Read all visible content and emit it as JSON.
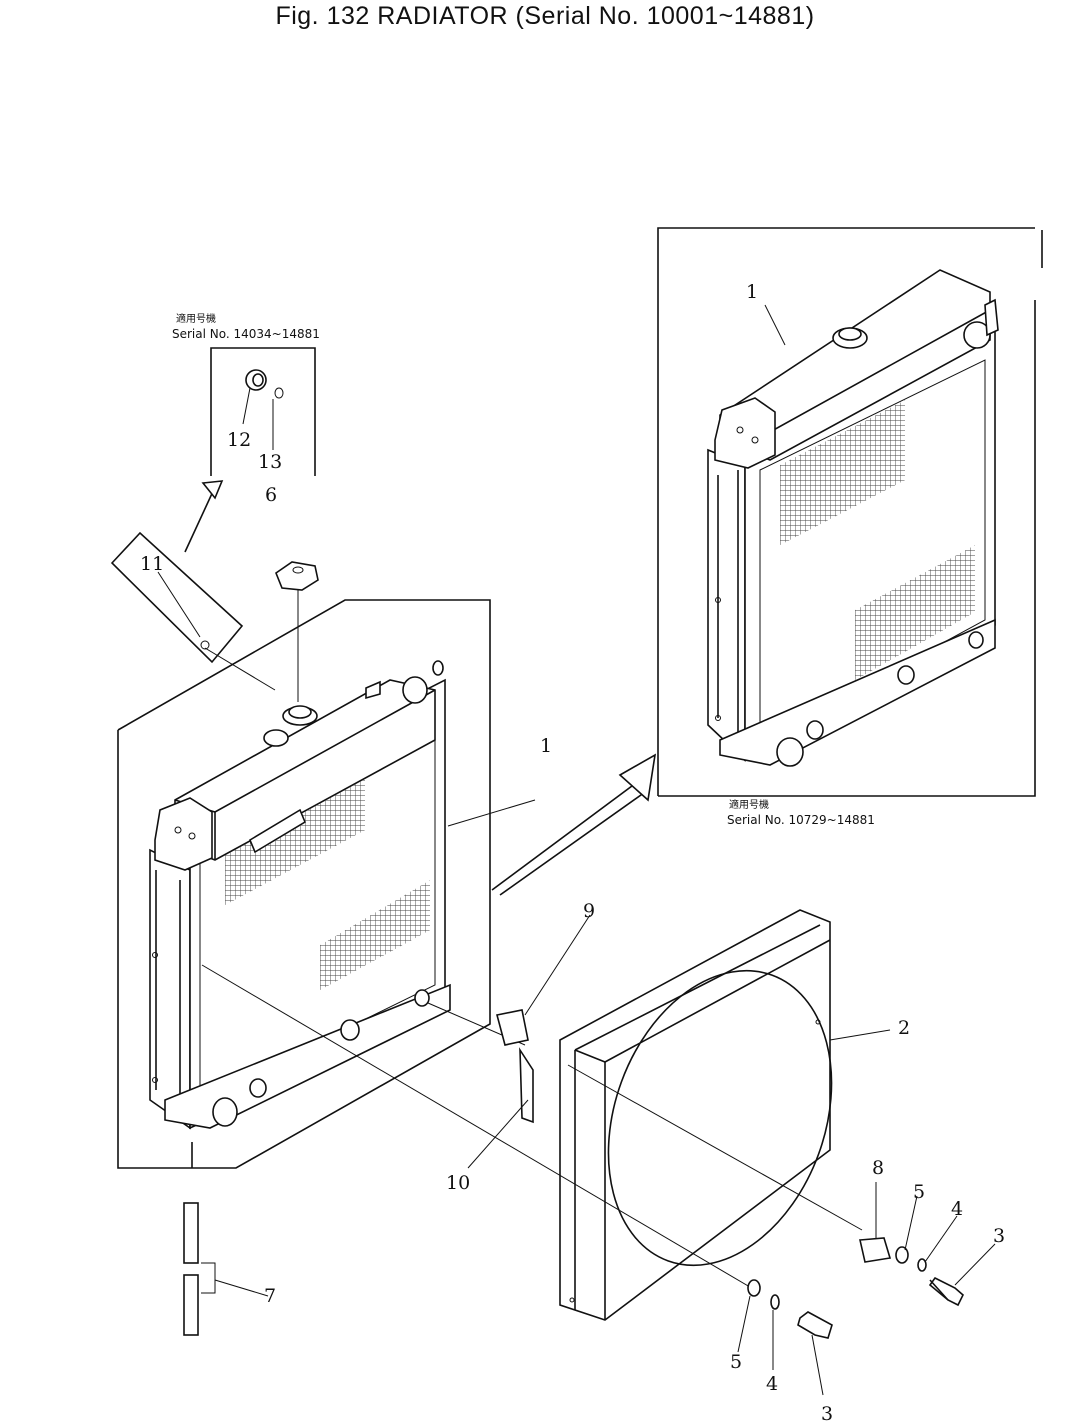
{
  "title": "Fig. 132 RADIATOR (Serial No. 10001~14881)",
  "serial_notes": {
    "top_left": {
      "jp": "適用号機",
      "text": "Serial No. 14034~14881"
    },
    "right": {
      "jp": "適用号機",
      "text": "Serial No. 10729~14881"
    }
  },
  "callouts": [
    {
      "id": "c1a",
      "label": "1"
    },
    {
      "id": "c1b",
      "label": "1"
    },
    {
      "id": "c2",
      "label": "2"
    },
    {
      "id": "c3a",
      "label": "3"
    },
    {
      "id": "c3b",
      "label": "3"
    },
    {
      "id": "c4a",
      "label": "4"
    },
    {
      "id": "c4b",
      "label": "4"
    },
    {
      "id": "c5a",
      "label": "5"
    },
    {
      "id": "c5b",
      "label": "5"
    },
    {
      "id": "c6",
      "label": "6"
    },
    {
      "id": "c7",
      "label": "7"
    },
    {
      "id": "c8",
      "label": "8"
    },
    {
      "id": "c9",
      "label": "9"
    },
    {
      "id": "c10",
      "label": "10"
    },
    {
      "id": "c11",
      "label": "11"
    },
    {
      "id": "c12",
      "label": "12"
    },
    {
      "id": "c13",
      "label": "13"
    }
  ]
}
